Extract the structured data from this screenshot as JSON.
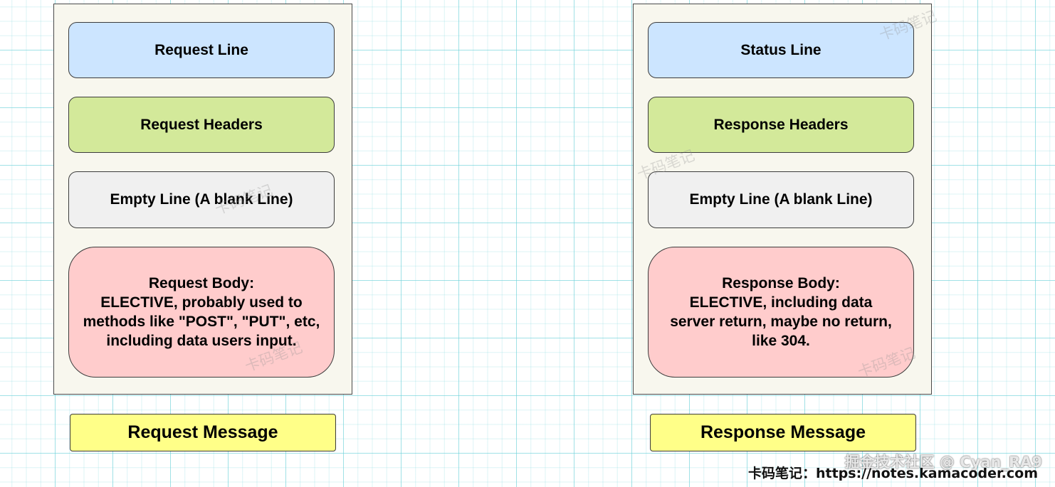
{
  "request": {
    "line": "Request Line",
    "headers": "Request Headers",
    "empty": "Empty Line (A blank Line)",
    "body_title": "Request Body:",
    "body_text": "ELECTIVE, probably used to\nmethods like \"POST\", \"PUT\", etc,\nincluding data users input.",
    "caption": "Request Message"
  },
  "response": {
    "line": "Status Line",
    "headers": "Response Headers",
    "empty": "Empty Line (A blank Line)",
    "body_title": "Response Body:",
    "body_text": "ELECTIVE, including data\nserver return, maybe no return,\nlike 304.",
    "caption": "Response Message"
  },
  "watermark": "卡码笔记",
  "credits": {
    "juejin": "掘金技术社区 @ Cyan_RA9",
    "site": "卡码笔记：https://notes.kamacoder.com"
  },
  "colors": {
    "line_box": "#cce5ff",
    "headers_box": "#d3e99a",
    "empty_box": "#f0f0f0",
    "body_box": "#ffcccc",
    "caption_box": "#ffff88",
    "panel": "#f8f7ee",
    "grid": "#6ed2da"
  }
}
